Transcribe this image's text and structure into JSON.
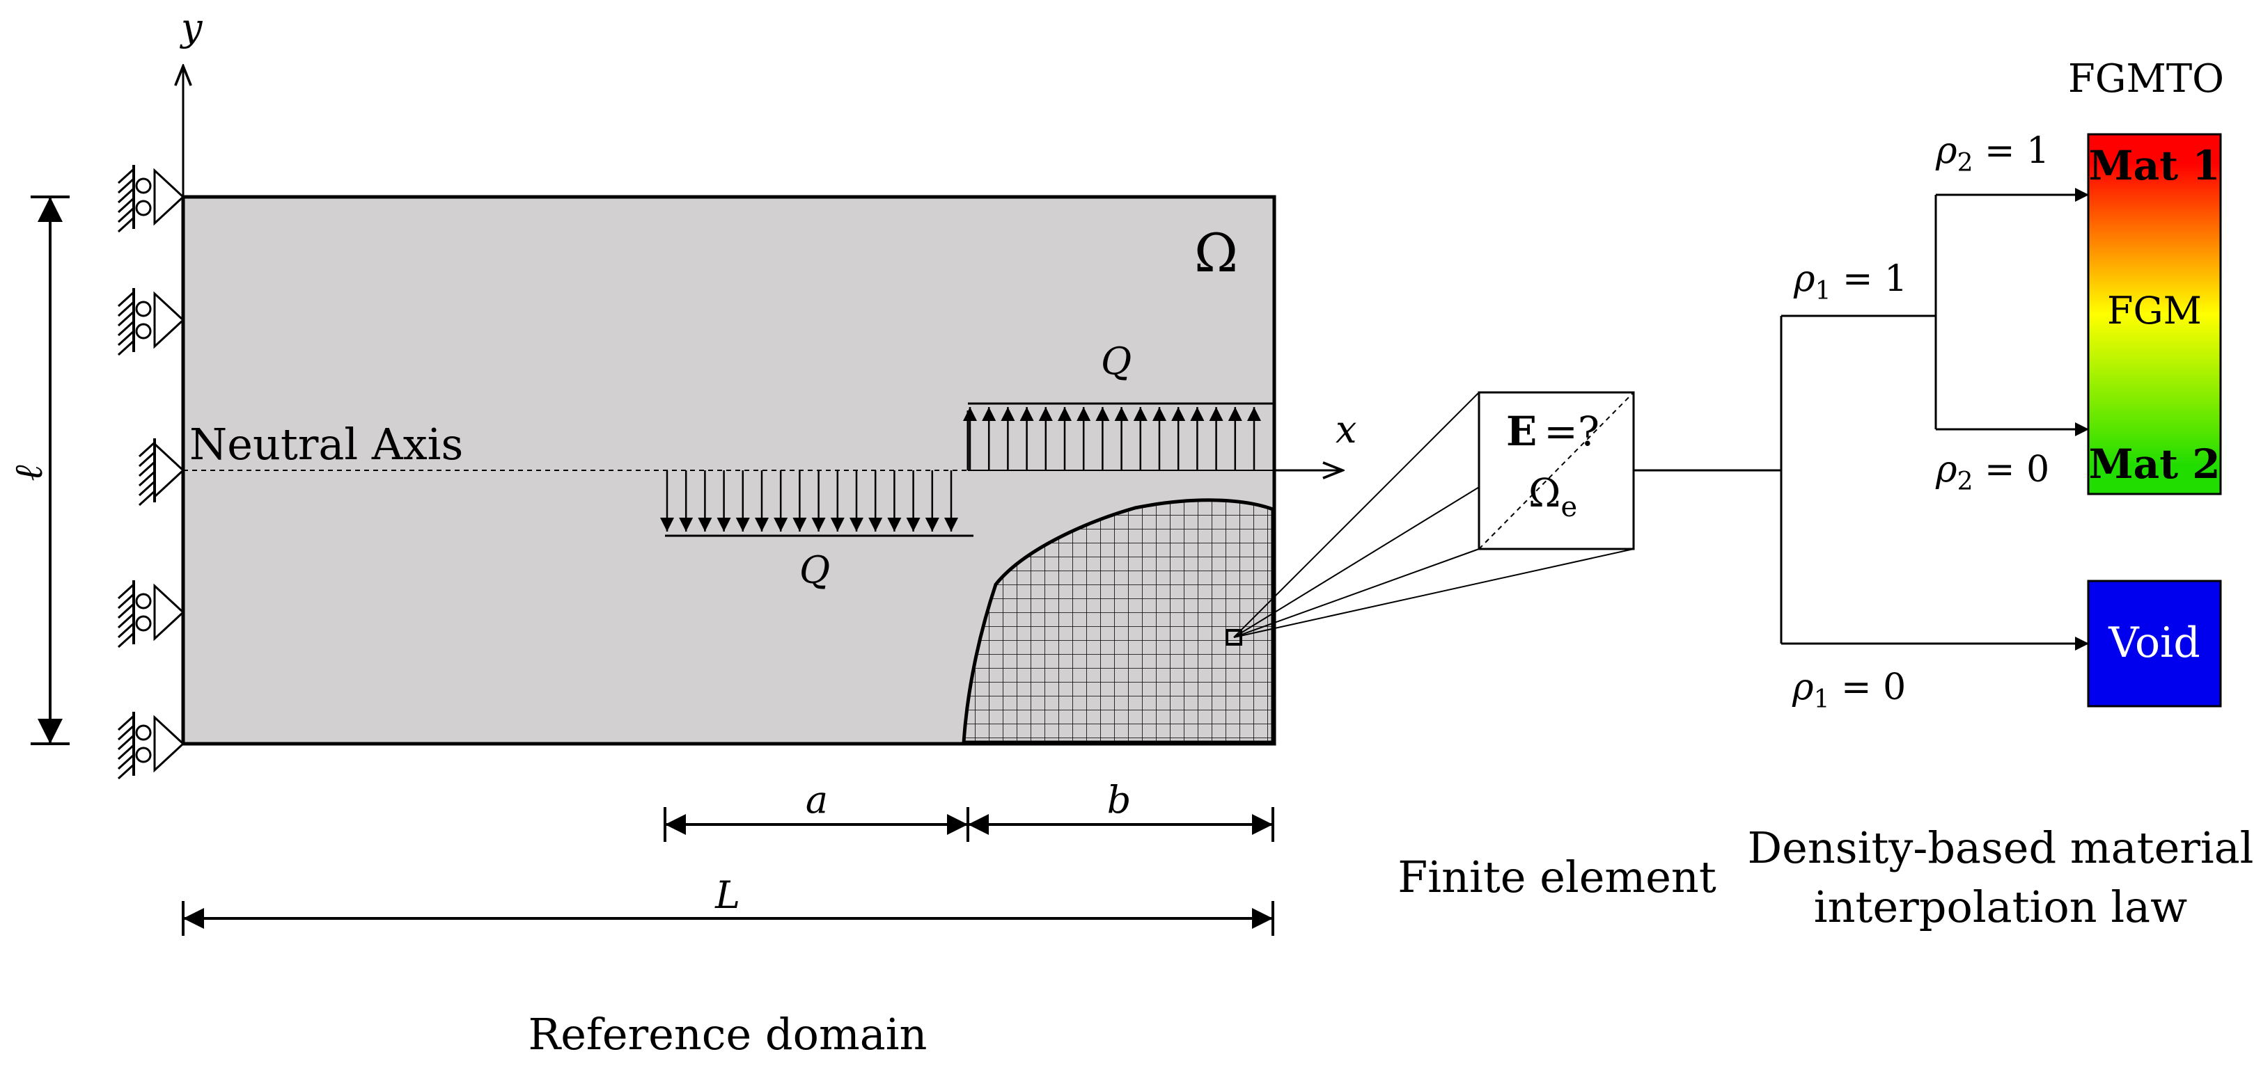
{
  "labels": {
    "axis_y": "y",
    "axis_x": "x",
    "height": "ℓ",
    "domain_symbol": "Ω",
    "neutral_axis": "Neutral Axis",
    "load_top": "Q",
    "load_bottom": "Q",
    "dim_a": "a",
    "dim_b": "b",
    "dim_L": "L",
    "reference_domain": "Reference domain",
    "element_E": "E",
    "element_q": "=?",
    "element_omega": "Ω",
    "element_sub": "e",
    "finite_element": "Finite element",
    "law_line1": "Density-based material",
    "law_line2": "interpolation law",
    "fgmto": "FGMTO",
    "rho": "ρ",
    "rho1_one_sub": "1",
    "rho1_one_val": " = 1",
    "rho1_zero_sub": "1",
    "rho1_zero_val": " = 0",
    "rho2_one_sub": "2",
    "rho2_one_val": " = 1",
    "rho2_zero_sub": "2",
    "rho2_zero_val": " = 0",
    "mat1": "Mat 1",
    "fgm": "FGM",
    "mat2": "Mat 2",
    "void": "Void"
  },
  "colors": {
    "domain_fill": "#d2d0d0",
    "gradient_top": "#ff0000",
    "gradient_mid": "#ffff00",
    "gradient_bottom": "#00cc00",
    "void": "#0000ee"
  }
}
